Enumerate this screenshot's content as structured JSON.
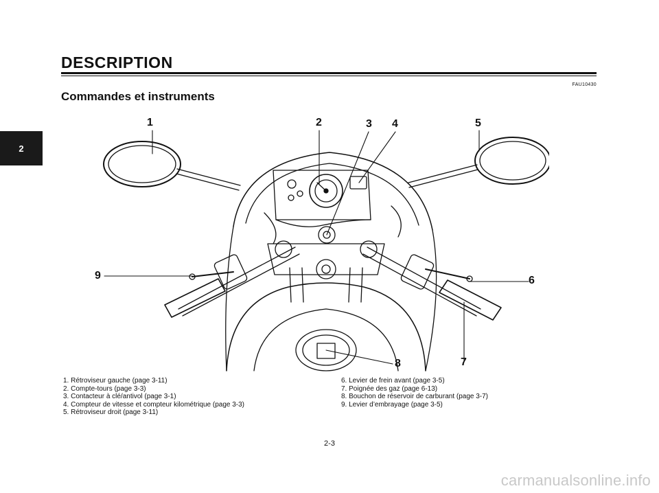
{
  "chapter_tab": "2",
  "header": {
    "section_title": "DESCRIPTION",
    "doc_code": "FAU10430",
    "subsection_title": "Commandes et instruments"
  },
  "figure": {
    "callouts": [
      "1",
      "2",
      "3",
      "4",
      "5",
      "6",
      "7",
      "8",
      "9"
    ]
  },
  "legend": {
    "left": [
      "1. Rétroviseur gauche (page 3-11)",
      "2. Compte-tours (page 3-3)",
      "3. Contacteur à clé/antivol (page 3-1)",
      "4. Compteur de vitesse et compteur kilométrique (page 3-3)",
      "5. Rétroviseur droit (page 3-11)"
    ],
    "right": [
      "6. Levier de frein avant (page 3-5)",
      "7. Poignée des gaz (page 6-13)",
      "8. Bouchon de réservoir de carburant (page 3-7)",
      "9. Levier d’embrayage (page 3-5)"
    ]
  },
  "footer": {
    "page_number": "2-3",
    "watermark": "carmanualsonline.info"
  }
}
